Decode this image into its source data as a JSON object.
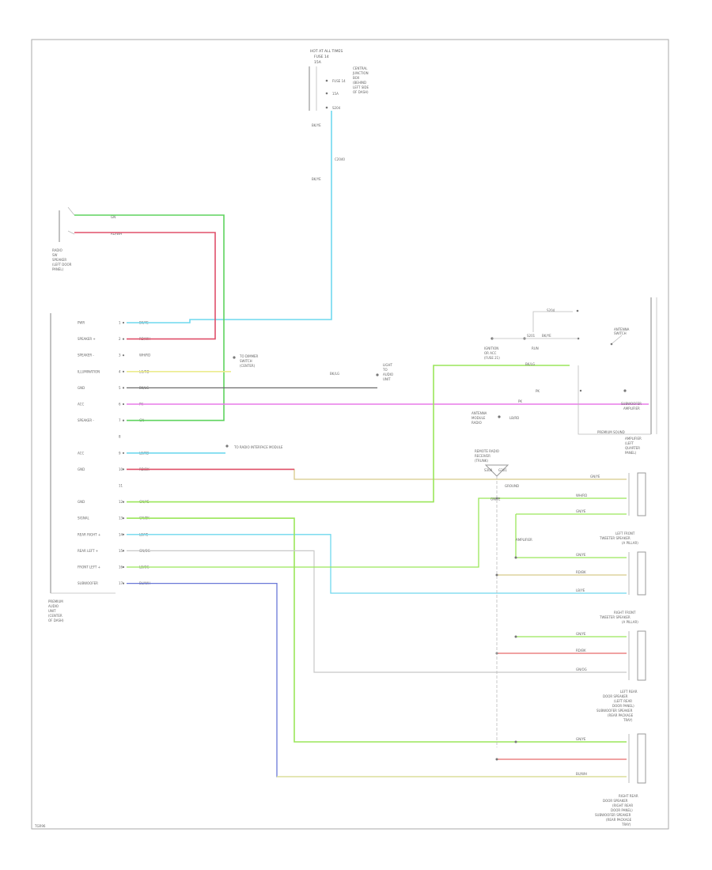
{
  "diagram_id": "TGR96",
  "components": {
    "hot_at_all_times": [
      "HOT AT ALL TIMES",
      "FUSE 14",
      "15A"
    ],
    "central_junction_box": [
      "CENTRAL",
      "JUNCTION",
      "BOX",
      "(BEHIND",
      "LEFT SIDE",
      "OF DASH)"
    ],
    "radio_fuse": [
      "FUSE 14",
      "15A",
      "S204"
    ],
    "left_door_speaker": [
      "RADIO",
      "SW",
      "SPEAKER",
      "(LEFT DOOR",
      "PANEL)"
    ],
    "premium_sound_amp": [
      "PREMIUM SOUND",
      "AMPLIFIER",
      "(LEFT",
      "QUARTER",
      "PANEL)"
    ],
    "antenna": [
      "ANTENNA",
      "MODULE"
    ],
    "radio_receiver": [
      "REMOTE RADIO",
      "RECEIVER",
      "(TRUNK)"
    ],
    "ground_note": "GROUND",
    "left_front_speaker": [
      "LEFT FRONT",
      "TWEETER SPEAKER",
      "(A PILLAR)"
    ],
    "right_front_speaker": [
      "RIGHT FRONT",
      "TWEETER SPEAKER",
      "(A PILLAR)"
    ],
    "left_rear_speaker": [
      "LEFT REAR",
      "DOOR SPEAKER",
      "(LEFT REAR",
      "DOOR PANEL)",
      "SUBWOOFER SPEAKER",
      "(REAR PACKAGE",
      "TRAY)"
    ],
    "right_rear_speaker": [
      "RIGHT REAR",
      "DOOR SPEAKER",
      "(RIGHT REAR",
      "DOOR PANEL)",
      "SUBWOOFER SPEAKER",
      "(REAR PACKAGE",
      "TRAY)"
    ],
    "audio_unit": [
      "PREMIUM",
      "AUDIO",
      "UNIT",
      "(CENTER",
      "OF DASH)"
    ],
    "subwoofer_amp": [
      "SUBWOOFER",
      "AMPLIFIER"
    ],
    "radio_interface": [
      "RADIO",
      "INTERFACE",
      "MODULE"
    ],
    "ground_splice": [
      "S300",
      "G301"
    ],
    "ignition_run": [
      "IGNITION",
      "RUN",
      "OR ACC",
      "(FUSE 21)"
    ],
    "antenna_switch": [
      "ANTENNA",
      "SWITCH"
    ]
  },
  "pins": [
    {
      "num": "1",
      "label": "PWR",
      "color": "BK/YE"
    },
    {
      "num": "2",
      "label": "SPEAKER +",
      "color": "RD/WH"
    },
    {
      "num": "3",
      "label": "SPEAKER -",
      "color": "WH/RD"
    },
    {
      "num": "4",
      "label": "ILLUMINATION",
      "color": "LG/RD"
    },
    {
      "num": "5",
      "label": "GND",
      "color": "BK/LG"
    },
    {
      "num": "6",
      "label": "ACC",
      "color": "PK"
    },
    {
      "num": "7",
      "label": "SPEAKER -",
      "color": "GN"
    },
    {
      "num": "8",
      "label": "",
      "color": ""
    },
    {
      "num": "9",
      "label": "ACC",
      "color": "LB/RD"
    },
    {
      "num": "10",
      "label": "GND",
      "color": "RD/BK"
    },
    {
      "num": "11",
      "label": "",
      "color": ""
    },
    {
      "num": "12",
      "label": "GND",
      "color": "GN/YE"
    },
    {
      "num": "13",
      "label": "SIGNAL",
      "color": "GN/BK"
    },
    {
      "num": "14",
      "label": "REAR RIGHT +",
      "color": "LB/YE"
    },
    {
      "num": "15",
      "label": "REAR LEFT +",
      "color": "GN/OG"
    },
    {
      "num": "16",
      "label": "FRONT LEFT +",
      "color": "LB/OG"
    },
    {
      "num": "17",
      "label": "SUBWOOFER",
      "color": "BU/WH"
    }
  ],
  "wire_labels": {
    "hot_in": "BK/YE",
    "hot_out": "BK/YE",
    "door_top": "GN",
    "door_bottom": "RD/WH",
    "illum_feed": "LG/RD",
    "ground_feed": "BK/LG",
    "acc_bus": "PK",
    "amp_power": "BK/YE",
    "amp_signal": "BK/LG",
    "antenna_lead": "LB/RD",
    "antenna_note": "TO RADIO INTERFACE MODULE",
    "r_gn": "GN/YE",
    "r1": "GN/YE",
    "r2": "WH/RD",
    "r3": "GN/YE",
    "r4": "GN/YE",
    "r5": "RD/BK",
    "r6": "LB/YE",
    "r7": "GN/YE",
    "r8": "RD/BK",
    "r9": "GN/OG",
    "r10": "GN/YE",
    "r11": "BU/WH",
    "ground_lbl": "GND",
    "illum_note": [
      "TO DIMMER",
      "SWITCH",
      "(CENTER)"
    ],
    "acc_note": [
      "LIGHT",
      "TO",
      "AUDIO",
      "UNIT"
    ],
    "relay_a": "S204",
    "relay_b": "S201",
    "fuse_note": "C2040"
  },
  "colors": {
    "cyan": "#6fd8ee",
    "green": "#5ed45e",
    "red": "#e0506a",
    "yellow": "#ecec8e",
    "magenta": "#e97ae9",
    "lime": "#9ae65a",
    "blue": "#6a78d8",
    "tan": "#d8c98a",
    "black": "#6a6a6a",
    "grey": "#c8c8c8",
    "orange": "#e86a6a"
  }
}
